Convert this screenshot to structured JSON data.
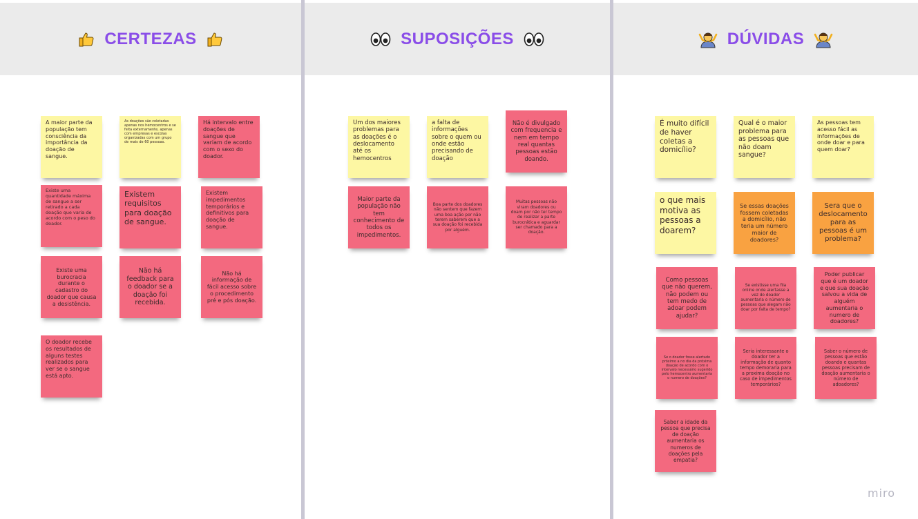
{
  "columns": [
    {
      "title": "CERTEZAS"
    },
    {
      "title": "SUPOSIÇÕES"
    },
    {
      "title": "DÚVIDAS"
    }
  ],
  "notes": {
    "certezas": [
      "A maior parte da população tem consciência da importância da doação de sangue.",
      "As doações são coletadas apenas nos hemocentros e se feita externamente, apenas com empresas e escolas organizadas com um grupo de mais de 60 pessoas.",
      "Há intervalo entre doações de sangue que variam de acordo com o sexo do doador.",
      "Existe uma quantidade máxima de sangue a ser retirado a cada doação que varia de acordo com o peso do doador.",
      "Existem requisitos para doação de sangue.",
      "Existem impedimentos temporários e definitivos para doação de sangue.",
      "Existe uma burocracia durante o cadastro do doador que causa a desistência.",
      "Não há feedback para o doador se a doação foi recebida.",
      "Não há informação de fácil acesso sobre o procedimento pré e pós doação.",
      "O doador recebe os resultados de alguns testes realizados para ver se o sangue está apto."
    ],
    "suposicoes": [
      "Um dos maiores problemas para as doações é o deslocamento até os hemocentros",
      "a falta de informações sobre o quem ou onde estão precisando de doação",
      "Não é divulgado com frequencia e nem em tempo real quantas pessoas estão doando.",
      "Maior parte da população não tem conhecimento de todos os impedimentos.",
      "Boa parte dos doadores não sentem que fazem uma boa ação por não terem saberem que a sua doação foi recebida por alguém.",
      "Muitas pessoas não viram doadores ou doam por não ter tempo de realizar a parte burocrática e aguardar ser chamado para a doação."
    ],
    "duvidas": [
      "É muito difícil de haver coletas a domicílio?",
      "Qual é o maior problema para as pessoas que não doam sangue?",
      "As pessoas tem acesso fácil as informações de onde doar e para quem doar?",
      "o que mais motiva as pessoas a doarem?",
      "Se essas doações fossem coletadas a domicílio, não teria um número maior de doadores?",
      "Sera que o deslocamento para as pessoas é um problema?",
      "Como pessoas que não querem, não podem ou tem medo de adoar podem ajudar?",
      "Se existisse uma fila online onde alertasse a vez do doador aumentaria o número de pessoas que alegam não doar por falta de tempo?",
      "Poder publicar que é um doador e que sua doação salvou a vida de alguém aumentaria o numero de doadores?",
      "Se o doador fosse alertado próximo a no dia da próxima doação de acordo com o intervalo necessário sugerido pelo hemocentro aumentaria o numero de doações?",
      "Seria interessante o doador ter a informação de quanto tempo demoraria para a proxima doação no caso de impedimentos temporários?",
      "Saber o número de pessoas que estão doando e quantas pessoas precisam de doação aumentaria o número de adoadores?",
      "Saber a idade da pessoa que precisa de doação aumentaria os numeros de doações pela empatia?"
    ]
  },
  "colors": {
    "yellow": "#fdf7a3",
    "pink": "#f3697f",
    "orange": "#f9a241",
    "title": "#8a4de8"
  },
  "icons": [
    "thumbs-up-icon",
    "eyes-icon",
    "shrug-icon"
  ],
  "watermark": "miro"
}
